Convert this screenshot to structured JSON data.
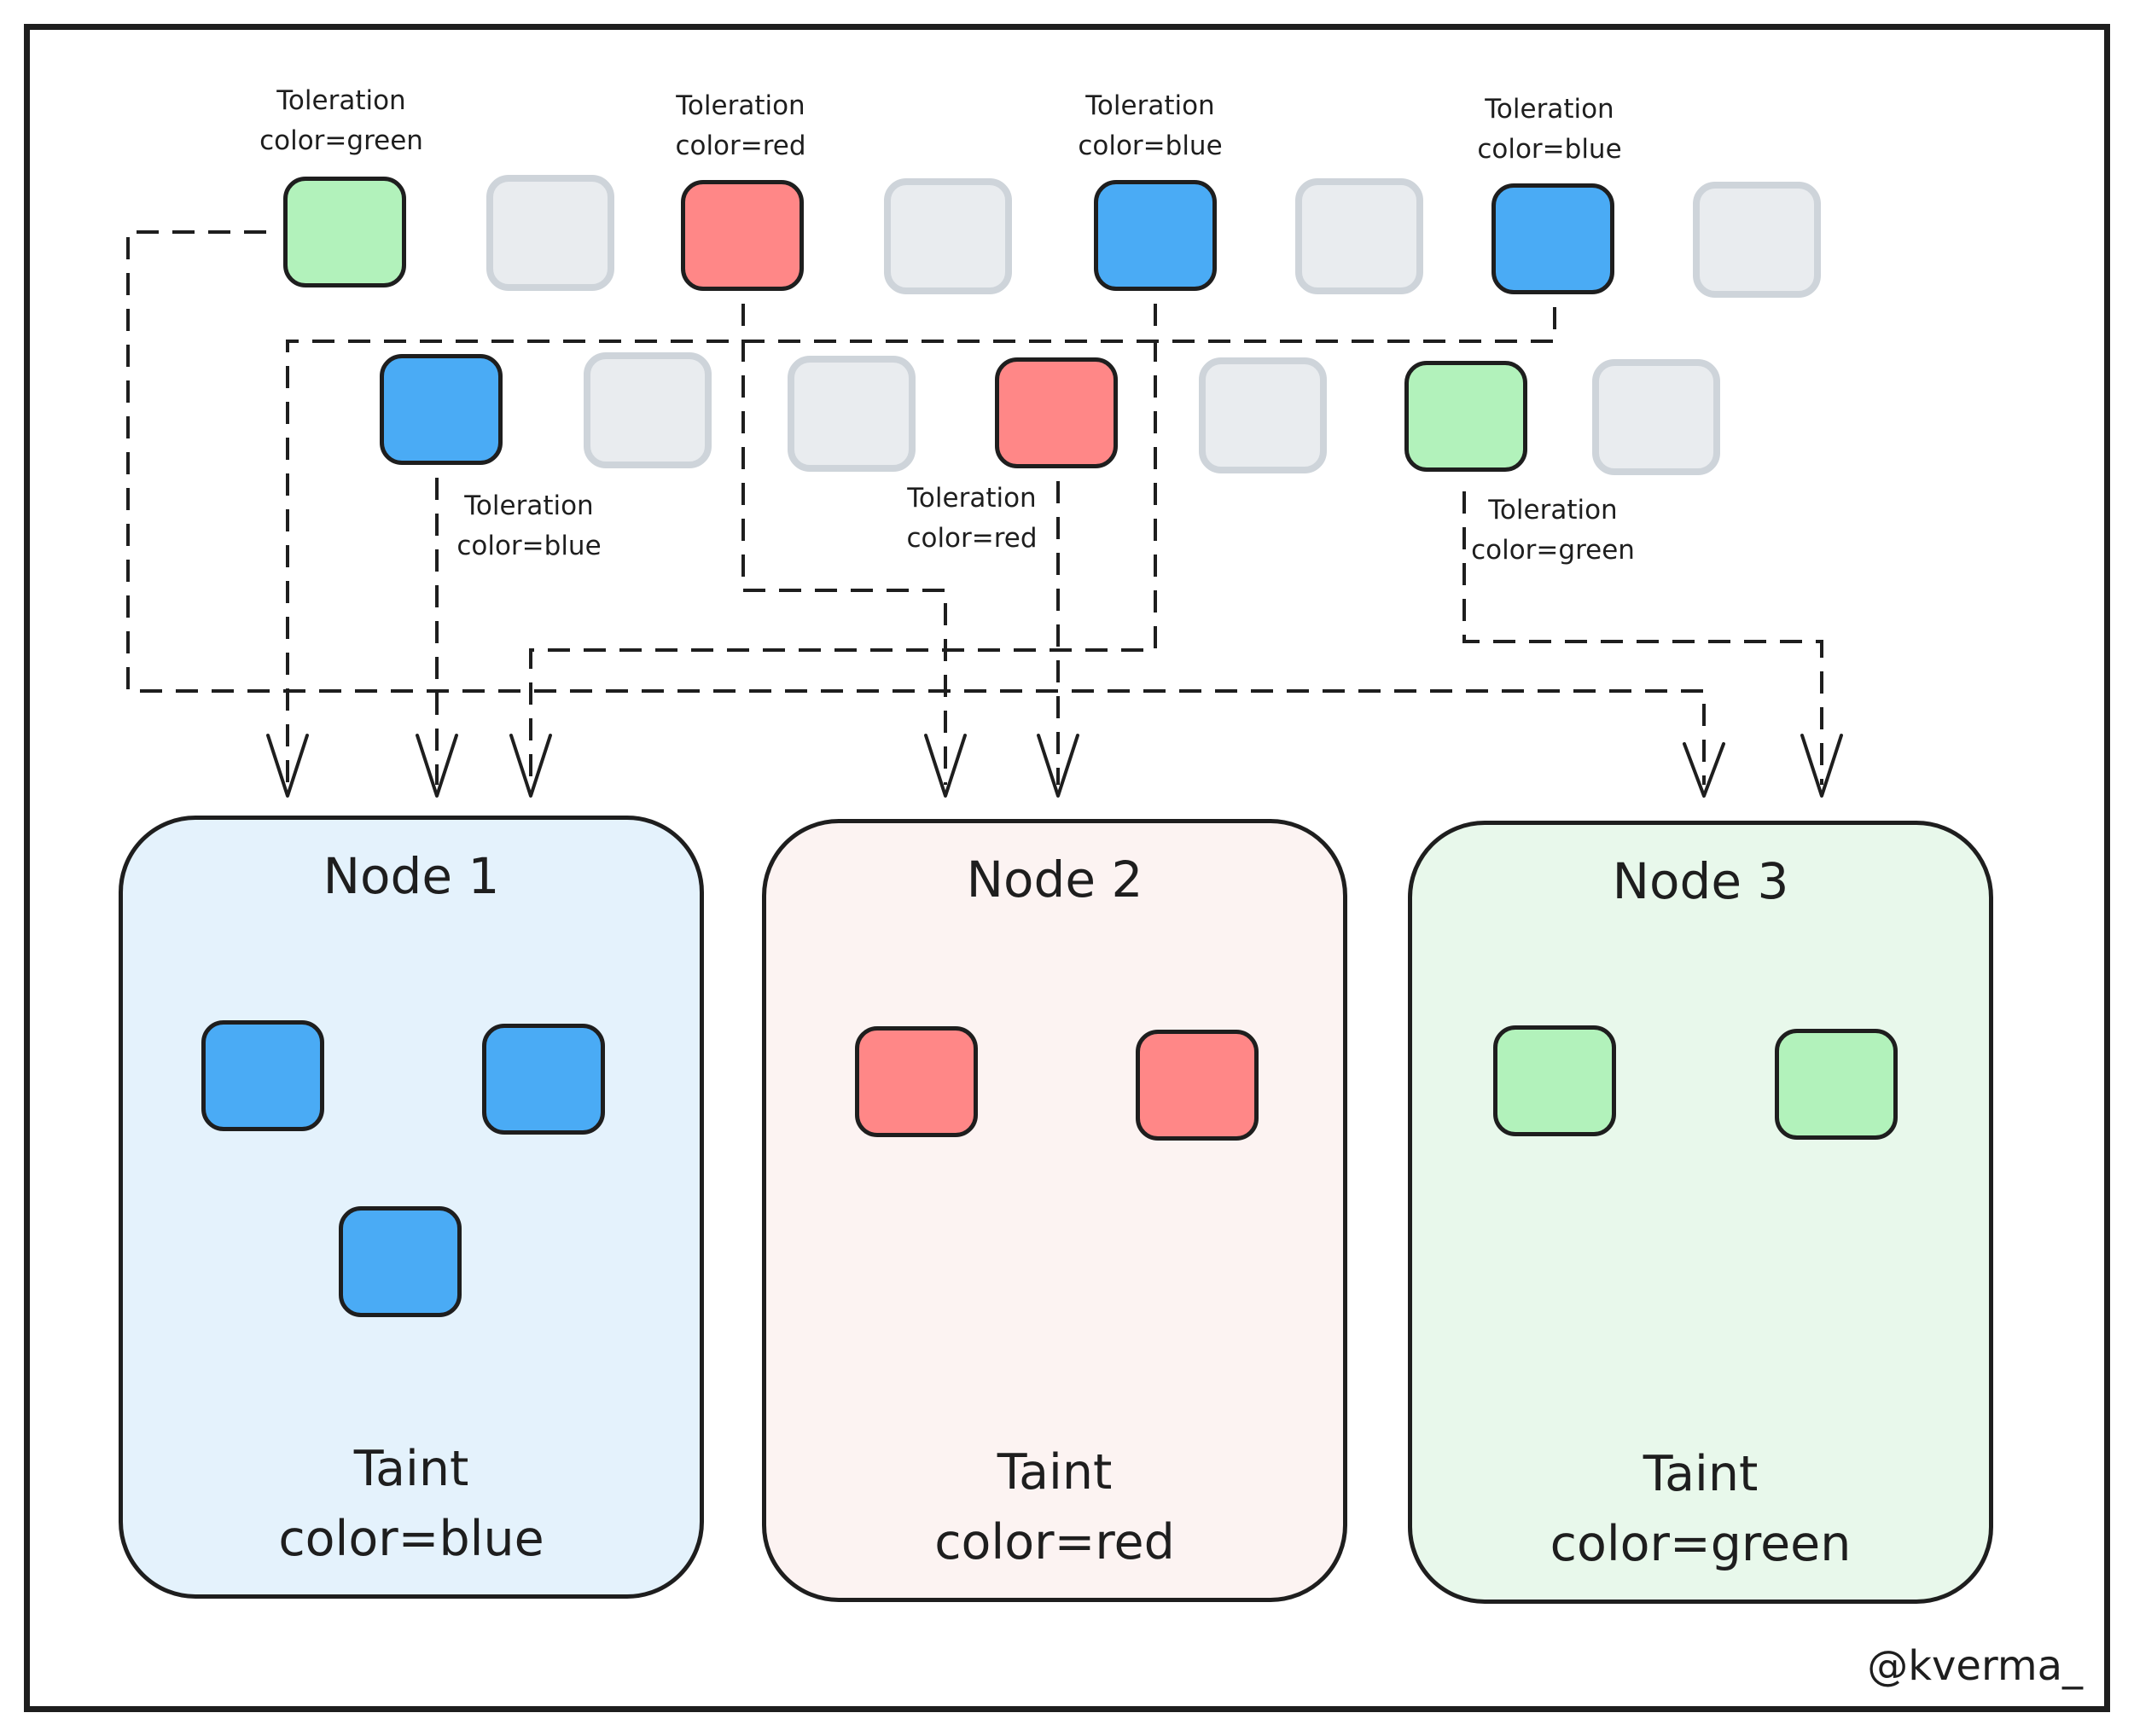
{
  "colors": {
    "blue": "#4aabf5",
    "red": "#ff8787",
    "green": "#b2f2bb",
    "unscheduled": "#e9ecef",
    "stroke": "#1e1e1e"
  },
  "tolerations": [
    {
      "line1": "Toleration",
      "line2": "color=green"
    },
    {
      "line1": "Toleration",
      "line2": "color=red"
    },
    {
      "line1": "Toleration",
      "line2": "color=blue"
    },
    {
      "line1": "Toleration",
      "line2": "color=blue"
    },
    {
      "line1": "Toleration",
      "line2": "color=blue"
    },
    {
      "line1": "Toleration",
      "line2": "color=red"
    },
    {
      "line1": "Toleration",
      "line2": "color=green"
    }
  ],
  "pods_row1": [
    "green",
    "gray",
    "red",
    "gray",
    "blue",
    "gray",
    "blue",
    "gray"
  ],
  "pods_row2": [
    "blue",
    "gray",
    "gray",
    "red",
    "gray",
    "green",
    "gray"
  ],
  "nodes": [
    {
      "title": "Node 1",
      "taint_label": "Taint",
      "taint_value": "color=blue",
      "pods": [
        "blue",
        "blue",
        "blue"
      ]
    },
    {
      "title": "Node 2",
      "taint_label": "Taint",
      "taint_value": "color=red",
      "pods": [
        "red",
        "red"
      ]
    },
    {
      "title": "Node 3",
      "taint_label": "Taint",
      "taint_value": "color=green",
      "pods": [
        "green",
        "green"
      ]
    }
  ],
  "credit": "@kverma_"
}
